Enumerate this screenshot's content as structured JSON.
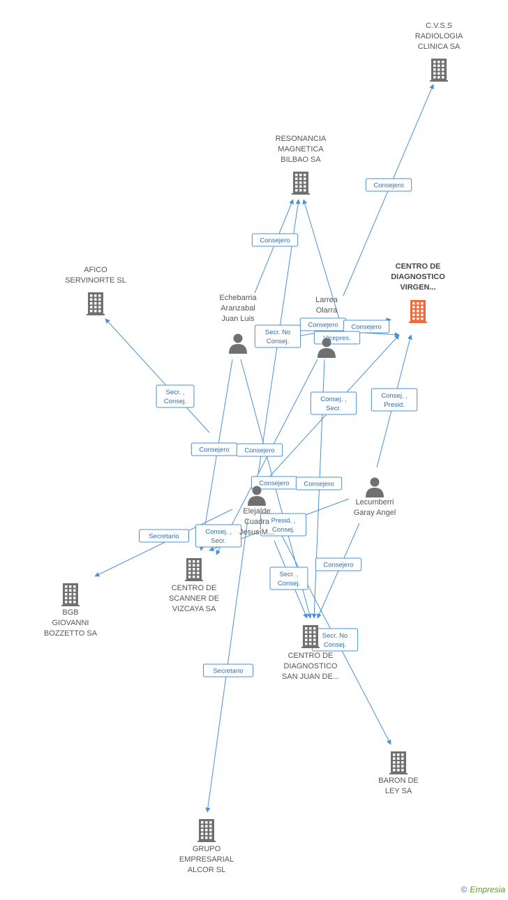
{
  "nodes": [
    {
      "id": "cvss",
      "type": "company",
      "label": [
        "C.V.S.S",
        "RADIOLOGIA",
        "CLINICA SA"
      ]
    },
    {
      "id": "resonancia",
      "type": "company",
      "label": [
        "RESONANCIA",
        "MAGNETICA",
        "BILBAO SA"
      ]
    },
    {
      "id": "afico",
      "type": "company",
      "label": [
        "AFICO",
        "SERVINORTE SL"
      ]
    },
    {
      "id": "virgen",
      "type": "company",
      "main": true,
      "label": [
        "CENTRO DE",
        "DIAGNOSTICO",
        "VIRGEN..."
      ]
    },
    {
      "id": "echebarria",
      "type": "person",
      "label": [
        "Echebarria",
        "Aranzabal",
        "Juan Luis"
      ]
    },
    {
      "id": "larrea",
      "type": "person",
      "label": [
        "Larrea",
        "Olarra"
      ]
    },
    {
      "id": "elejalde",
      "type": "person",
      "label": [
        "Elejalde",
        "Cuadra",
        "Jesus M..."
      ]
    },
    {
      "id": "lecumberri",
      "type": "person",
      "label": [
        "Lecumberri",
        "Garay Angel"
      ]
    },
    {
      "id": "scanner",
      "type": "company",
      "label": [
        "CENTRO DE",
        "SCANNER DE",
        "VIZCAYA SA"
      ]
    },
    {
      "id": "bgb",
      "type": "company",
      "label": [
        "BGB",
        "GIOVANNI",
        "BOZZETTO SA"
      ]
    },
    {
      "id": "sanjuan",
      "type": "company",
      "label": [
        "CENTRO DE",
        "DIAGNOSTICO",
        "SAN JUAN DE..."
      ]
    },
    {
      "id": "baron",
      "type": "company",
      "label": [
        "BARON DE",
        "LEY SA"
      ]
    },
    {
      "id": "alcor",
      "type": "company",
      "label": [
        "GRUPO",
        "EMPRESARIAL",
        "ALCOR SL"
      ]
    }
  ],
  "edges": [
    {
      "from": "larrea",
      "to": "cvss",
      "label": [
        "Consejero"
      ]
    },
    {
      "from": "echebarria",
      "to": "resonancia",
      "label": [
        "Consejero"
      ]
    },
    {
      "from": "echebarria",
      "to": "virgen",
      "label": [
        "Secr.  No",
        "Consej."
      ]
    },
    {
      "from": "larrea",
      "to": "virgen",
      "label": [
        "Consejero"
      ]
    },
    {
      "from": "larrea",
      "to": "virgen",
      "label": [
        "Consejero"
      ]
    },
    {
      "from": "larrea",
      "to": "resonancia",
      "label": [
        "Vicepres."
      ]
    },
    {
      "from": "elejalde",
      "to": "afico",
      "label": [
        "Secr. ,",
        "Consej."
      ]
    },
    {
      "from": "elejalde",
      "to": "virgen",
      "label": [
        "Consej. ,",
        "Secr."
      ]
    },
    {
      "from": "lecumberri",
      "to": "virgen",
      "label": [
        "Consej. ,",
        "Presid."
      ]
    },
    {
      "from": "echebarria",
      "to": "scanner",
      "label": [
        "Consejero"
      ]
    },
    {
      "from": "larrea",
      "to": "scanner",
      "label": [
        "Consejero"
      ]
    },
    {
      "from": "elejalde",
      "to": "resonancia",
      "label": [
        "Consejero"
      ]
    },
    {
      "from": "larrea",
      "to": "sanjuan",
      "label": [
        "Consejero"
      ]
    },
    {
      "from": "elejalde",
      "to": "bgb",
      "label": [
        "Secretario"
      ]
    },
    {
      "from": "lecumberri",
      "to": "scanner",
      "label": [
        "Consej. ,",
        "Secr."
      ]
    },
    {
      "from": "elejalde",
      "to": "sanjuan",
      "label": [
        "Presid. ,",
        "Consej."
      ]
    },
    {
      "from": "lecumberri",
      "to": "sanjuan",
      "label": [
        "Consejero"
      ]
    },
    {
      "from": "echebarria",
      "to": "sanjuan",
      "label": [
        "Secr. ,",
        "Consej."
      ]
    },
    {
      "from": "elejalde",
      "to": "baron",
      "label": [
        "Secr.  No",
        "Consej."
      ]
    },
    {
      "from": "elejalde",
      "to": "alcor",
      "label": [
        "Secretario"
      ]
    }
  ],
  "colors": {
    "edge": "#4a90d9",
    "company": "#707070",
    "main": "#f06a3a",
    "person": "#707070"
  },
  "brand": {
    "copyright": "©",
    "name": "Empresia"
  }
}
